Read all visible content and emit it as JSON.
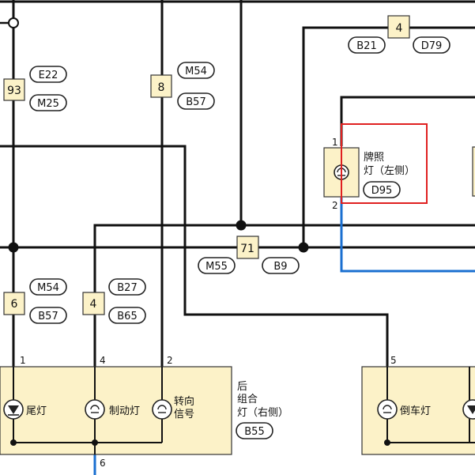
{
  "connectors": {
    "c93": "93",
    "c8": "8",
    "c4top": "4",
    "c71": "71",
    "c6": "6",
    "c4bot": "4"
  },
  "codes": {
    "e22": "E22",
    "m25": "M25",
    "m54a": "M54",
    "b57a": "B57",
    "b21": "B21",
    "d79": "D79",
    "d95": "D95",
    "m55": "M55",
    "b9": "B9",
    "m54b": "M54",
    "b57b": "B57",
    "b27": "B27",
    "b65": "B65",
    "b55": "B55"
  },
  "pins": {
    "lamp_top": "1",
    "lamp_bottom": "2",
    "p1": "1",
    "p4": "4",
    "p2": "2",
    "p5": "5",
    "p6": "6"
  },
  "labels": {
    "license_lamp_1": "牌照",
    "license_lamp_2": "灯（左侧）",
    "tail": "尾灯",
    "brake": "制动灯",
    "turn_1": "转向",
    "turn_2": "信号",
    "rear_combo_1": "后",
    "rear_combo_2": "组合",
    "rear_combo_3": "灯（右侧）",
    "reverse": "倒车灯"
  },
  "colors": {
    "highlight": "#e02020",
    "wire_blue": "#1a6fd0",
    "box_fill": "#fcf2c8"
  }
}
